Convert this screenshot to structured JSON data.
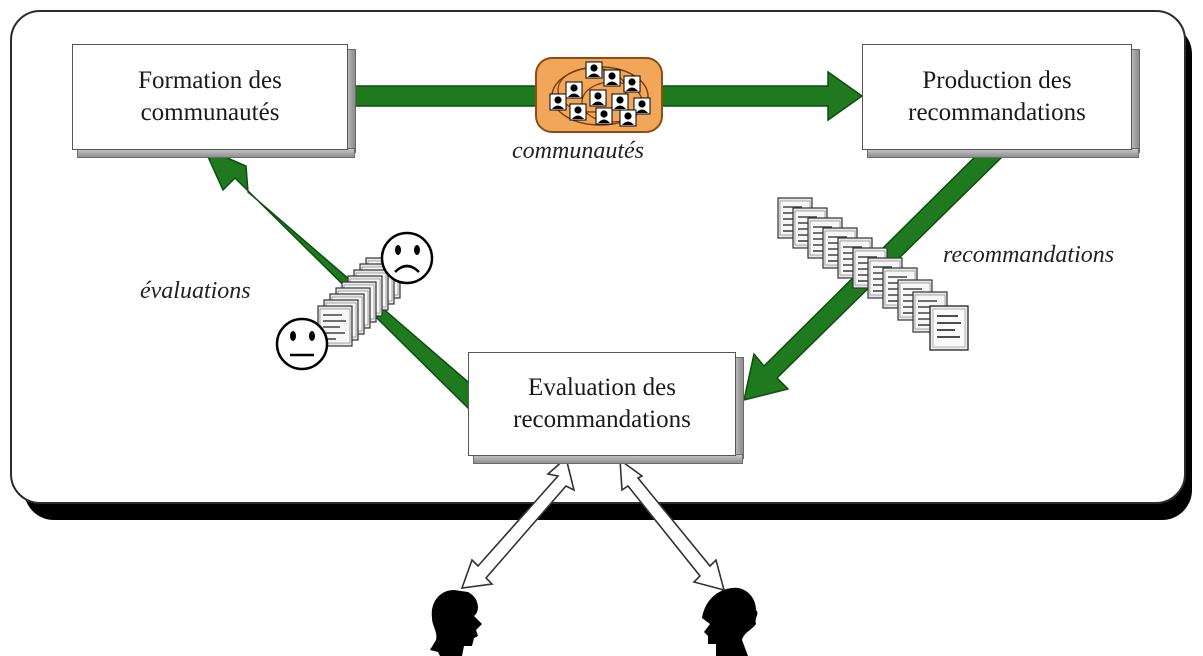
{
  "nodes": {
    "formation": "Formation des\ncommunautés",
    "production": "Production des\nrecommandations",
    "evaluation": "Evaluation des\nrecommandations"
  },
  "labels": {
    "communities": "communautés",
    "recommendations": "recommandations",
    "evaluations": "évaluations"
  },
  "colors": {
    "arrow_green": "#1f7a1f",
    "arrow_green_dark": "#0d4d0d",
    "community_box": "#f2a65a"
  },
  "icons": [
    "community-cluster-icon",
    "document-stack-icon",
    "sad-face-icon",
    "neutral-face-icon",
    "person-silhouette-icon"
  ]
}
